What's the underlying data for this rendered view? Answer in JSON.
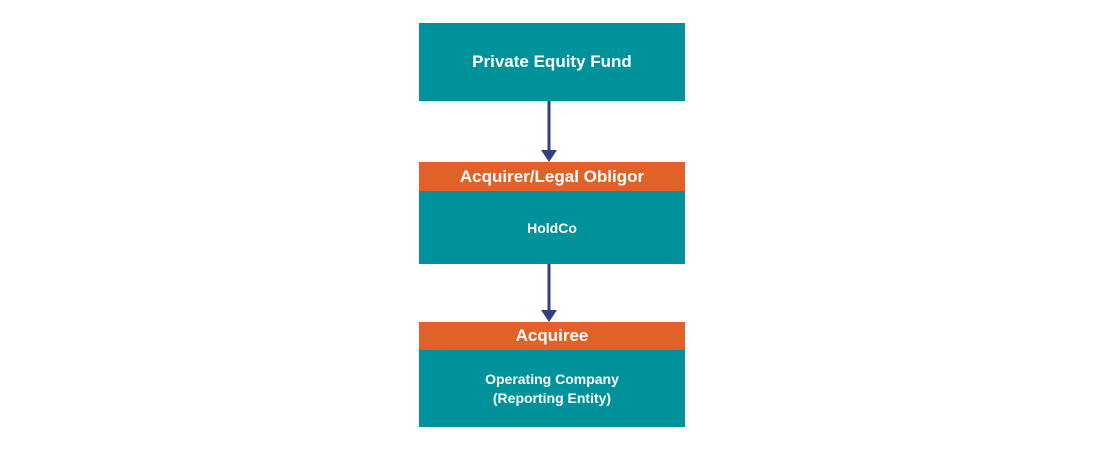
{
  "diagram": {
    "fund": {
      "label": "Private Equity Fund"
    },
    "holdco": {
      "role": "Acquirer/Legal Obligor",
      "name": "HoldCo"
    },
    "acquiree": {
      "role": "Acquiree",
      "name_line1": "Operating Company",
      "name_line2": "(Reporting Entity)"
    }
  },
  "colors": {
    "box": "#00929a",
    "header": "#e06227",
    "arrow": "#2f3f7f",
    "text": "#ffffff"
  }
}
